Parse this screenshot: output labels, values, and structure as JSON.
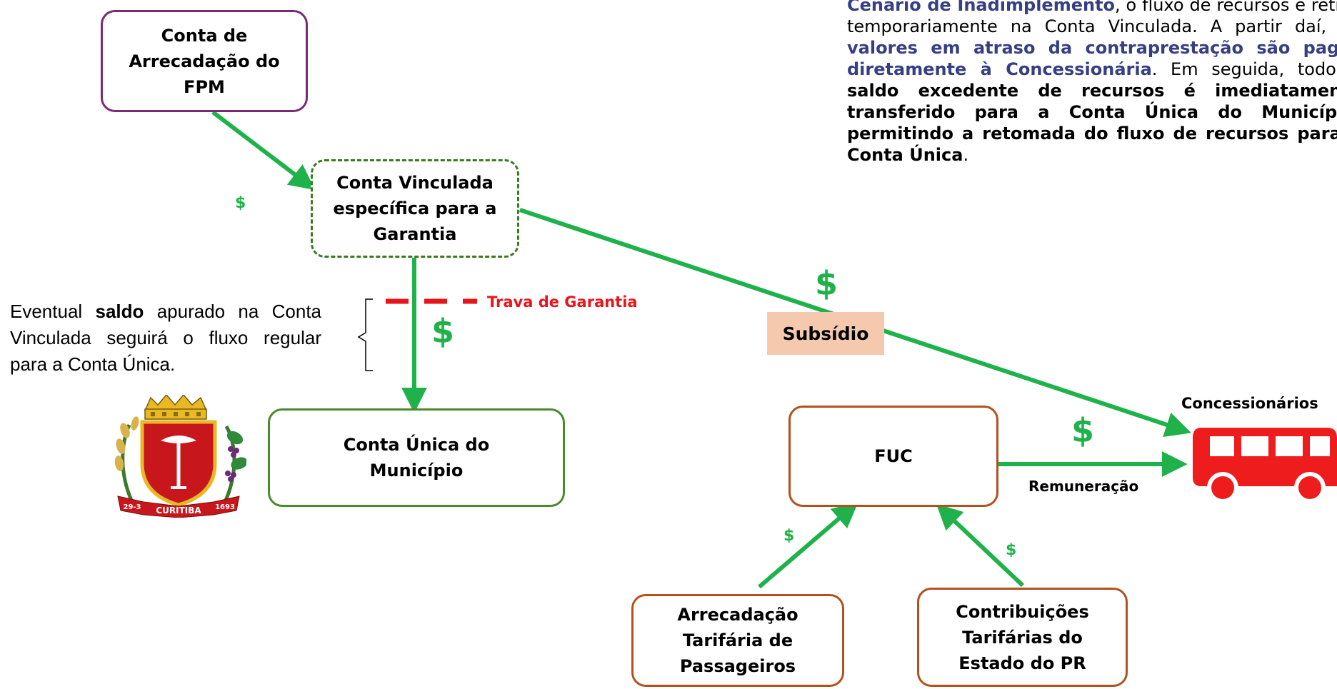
{
  "boxes": {
    "fpm": [
      "Conta de",
      "Arrecadação do",
      "FPM"
    ],
    "vinculada": [
      "Conta Vinculada",
      "específica para a",
      "Garantia"
    ],
    "unica": [
      "Conta Única do",
      "Município"
    ],
    "fuc": [
      "FUC"
    ],
    "passageiros": [
      "Arrecadação",
      "Tarifária de",
      "Passageiros"
    ],
    "estado": [
      "Contribuições",
      "Tarifárias do",
      "Estado do PR"
    ]
  },
  "labels": {
    "currency_symbol": "$",
    "trava": "Trava de Garantia",
    "subsidio": "Subsídio",
    "concessionarios": "Concessionários",
    "remuneracao": "Remuneração",
    "coat_banner": "CURITIBA",
    "coat_year_left": "29-3",
    "coat_year_right": "1693"
  },
  "left_note": {
    "part1": "Eventual ",
    "bold": "saldo",
    "part2": " apurado na Conta Vinculada seguirá o fluxo regular para a Conta Única."
  },
  "top_note": {
    "s1": "Cenário de Inadimplemento",
    "t1": ", o fluxo de recursos é retido temporariamente na Conta Vinculada. A partir daí, ",
    "s2": "os valores em atraso da contraprestação são pagos diretamente à Concessionária",
    "t2": ". Em seguida, todo ",
    "s3": "o saldo excedente de recursos é imediatamente transferido para a Conta Única do Município, permitindo a retomada do fluxo de recursos para a Conta Única",
    "t3": "."
  },
  "colors": {
    "flow_arrow": "#1fb14a",
    "lock": "#e8141a",
    "subsidy_fill": "#f5c9ae",
    "bus": "#ee1c1c",
    "highlight_text": "#353f82"
  }
}
